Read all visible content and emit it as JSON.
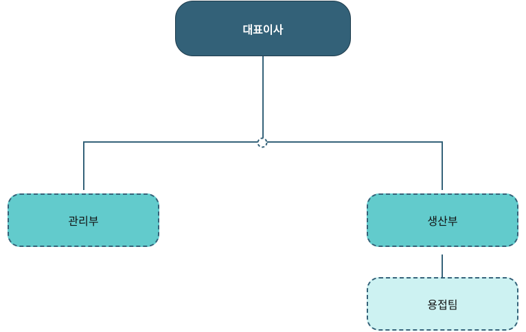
{
  "colors": {
    "root": "#336178",
    "dept": "#62cbcc",
    "team": "#cdf2f2",
    "line": "#336178"
  },
  "nodes": {
    "root": "대표이사",
    "admin": "관리부",
    "production": "생산부",
    "welding": "용접팀"
  }
}
